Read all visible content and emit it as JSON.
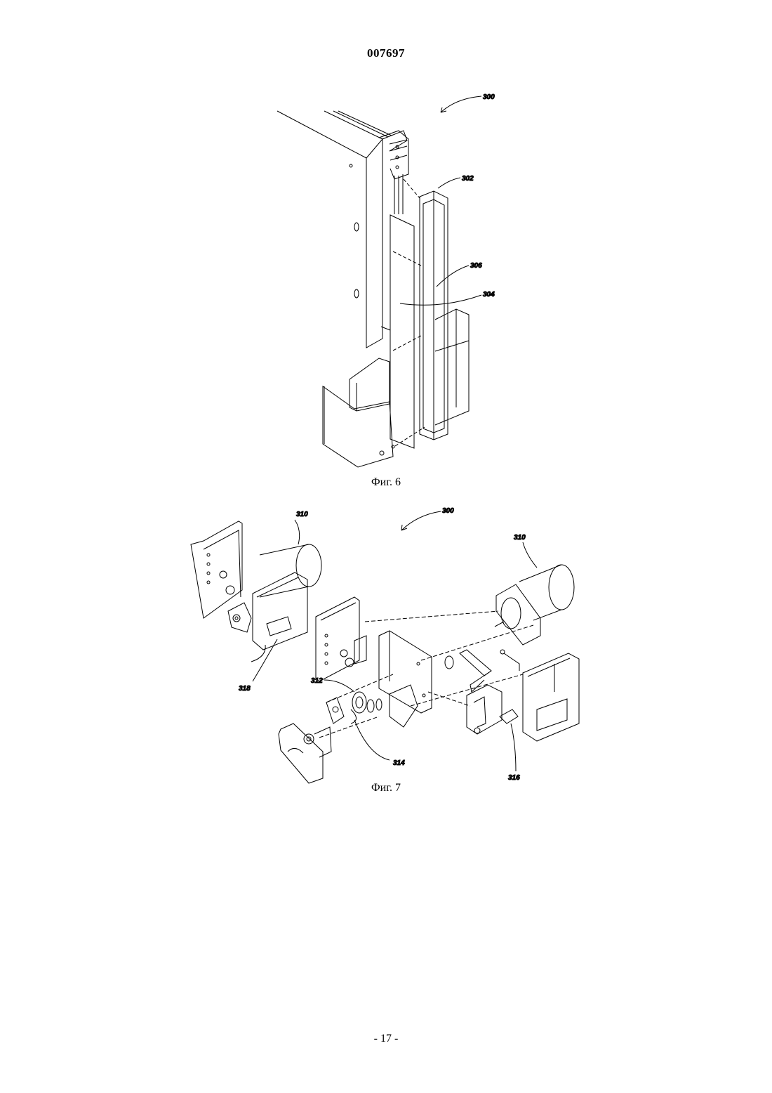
{
  "header": {
    "doc_number": "007697"
  },
  "figure6": {
    "caption": "Фиг. 6",
    "labels": {
      "assembly": "300",
      "frame": "302",
      "panel": "304",
      "window": "306"
    }
  },
  "figure7": {
    "caption": "Фиг. 7",
    "labels": {
      "assembly": "300",
      "motor_left": "310",
      "motor_right": "310",
      "gear": "312",
      "bearing": "314",
      "shaft": "316",
      "latch": "318"
    }
  },
  "footer": {
    "page_number": "- 17 -"
  }
}
